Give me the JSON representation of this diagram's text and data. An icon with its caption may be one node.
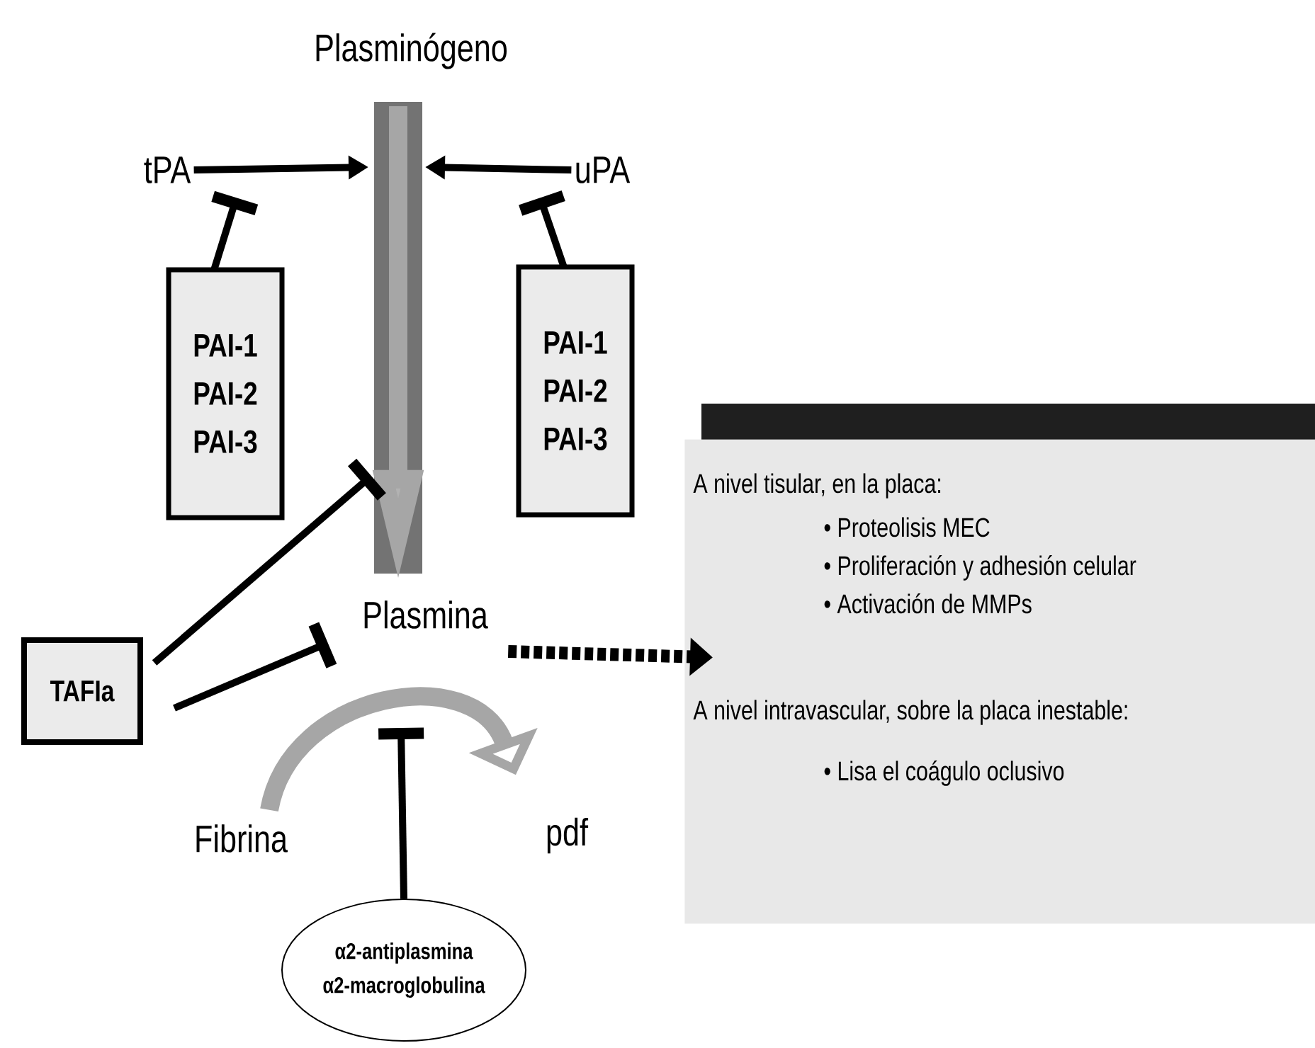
{
  "diagram": {
    "nodes": [
      {
        "text": [
          "Plasminógeno"
        ]
      },
      {
        "text": [
          "tPA"
        ]
      },
      {
        "text": [
          "uPA"
        ]
      },
      {
        "text": [
          "PAI-1",
          "PAI-2",
          "PAI-3"
        ]
      },
      {
        "text": [
          "PAI-1",
          "PAI-2",
          "PAI-3"
        ]
      },
      {
        "text": [
          "Plasmina"
        ]
      },
      {
        "text": [
          "TAFIa"
        ]
      },
      {
        "text": [
          "A nivel tisular, en la placa:",
          "• Proteolisis MEC",
          "• Proliferación y adhesión celular",
          "• Activación de MMPs",
          "A nivel intravascular, sobre la placa inestable:",
          "• Lisa el coágulo oclusivo"
        ]
      },
      {
        "text": [
          "Fibrina"
        ]
      },
      {
        "text": [
          "pdf"
        ]
      },
      {
        "text": [
          "α2-antiplasmina",
          "α2-macroglobulina"
        ]
      }
    ],
    "edges": [
      {
        "from": 0,
        "to": 5,
        "arrow": "to",
        "style": "thick",
        "color": "#a6a6a6"
      },
      {
        "from": 1,
        "to": null,
        "arrow": "to"
      },
      {
        "from": 2,
        "to": null,
        "arrow": "to"
      },
      {
        "from": 3,
        "to": 1,
        "arrow": "other"
      },
      {
        "from": 4,
        "to": 2,
        "arrow": "other"
      },
      {
        "from": 6,
        "to": null,
        "arrow": "other"
      },
      {
        "from": 6,
        "to": 5,
        "arrow": "other"
      },
      {
        "from": 5,
        "to": 7,
        "arrow": "to",
        "style": "dashed"
      },
      {
        "from": 8,
        "to": 9,
        "arrow": "to",
        "style": "thick",
        "color": "#a6a6a6"
      },
      {
        "from": 10,
        "to": null,
        "arrow": "other"
      }
    ]
  }
}
